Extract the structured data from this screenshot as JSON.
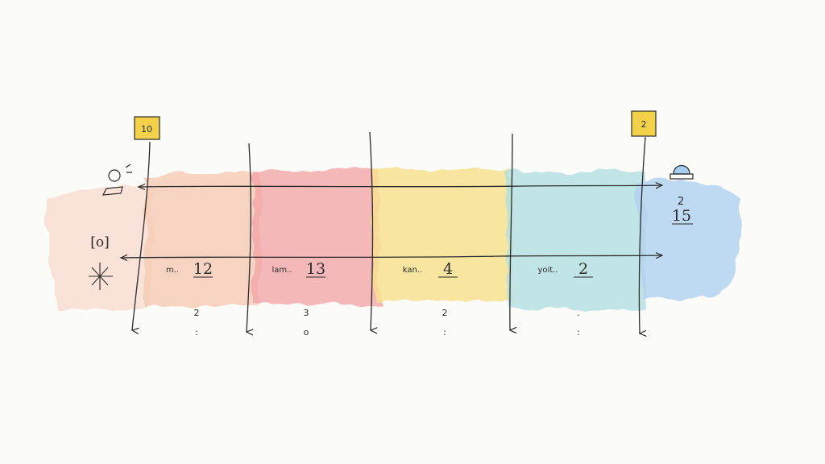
{
  "colors": {
    "paper": "#fbfbf8",
    "ink": "#2b2b2b",
    "peach": "#f6c9b6",
    "pink": "#f3a3a6",
    "yellow": "#f7e08a",
    "aqua": "#a9dcdf",
    "blue": "#a9cff0",
    "sticky": "#f3d24a"
  },
  "markers": {
    "left_flag": "10",
    "right_flag": "2"
  },
  "left_side": {
    "box_label": "[o]",
    "icons": [
      "person-icon",
      "sparkle-icon"
    ]
  },
  "right_side": {
    "small_mark": "2",
    "value": "15",
    "icons": [
      "bell-icon"
    ]
  },
  "segments": [
    {
      "tag": "m..",
      "value": "12",
      "dots": [
        "2",
        ":"
      ],
      "color": "peach"
    },
    {
      "tag": "lam..",
      "value": "13",
      "dots": [
        "3",
        "o"
      ],
      "color": "pink"
    },
    {
      "tag": "kan..",
      "value": "4",
      "dots": [
        "2",
        ":"
      ],
      "color": "yellow"
    },
    {
      "tag": "yoit..",
      "value": "2",
      "dots": [
        ".",
        ":"
      ],
      "color": "aqua"
    }
  ]
}
